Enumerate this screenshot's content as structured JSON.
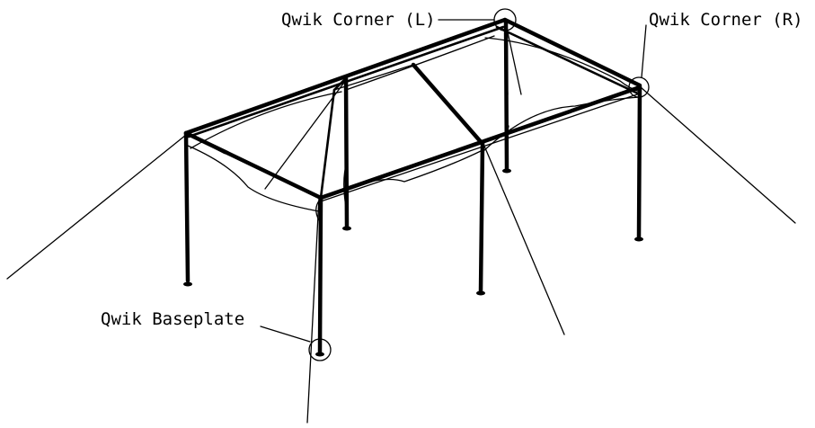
{
  "callouts": {
    "corner_left": "Qwik Corner (L)",
    "corner_right": "Qwik Corner (R)",
    "baseplate": "Qwik Baseplate"
  }
}
